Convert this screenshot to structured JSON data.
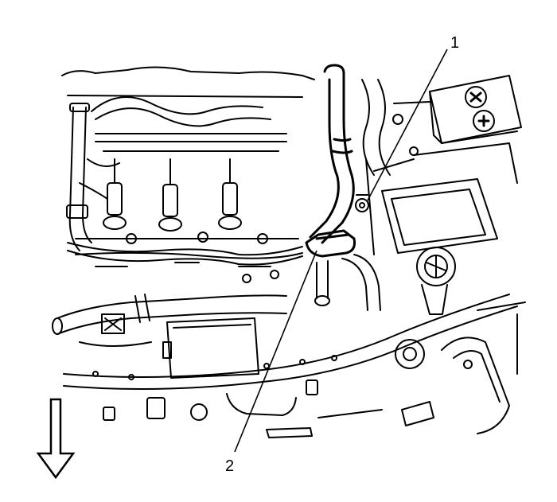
{
  "callouts": [
    {
      "id": "1",
      "label": "1"
    },
    {
      "id": "2",
      "label": "2"
    }
  ],
  "icons": {
    "direction_arrow": "down-arrow-icon",
    "battery_terminals": "plus-minus-icon"
  },
  "colors": {
    "line": "#000000",
    "background": "#ffffff"
  }
}
